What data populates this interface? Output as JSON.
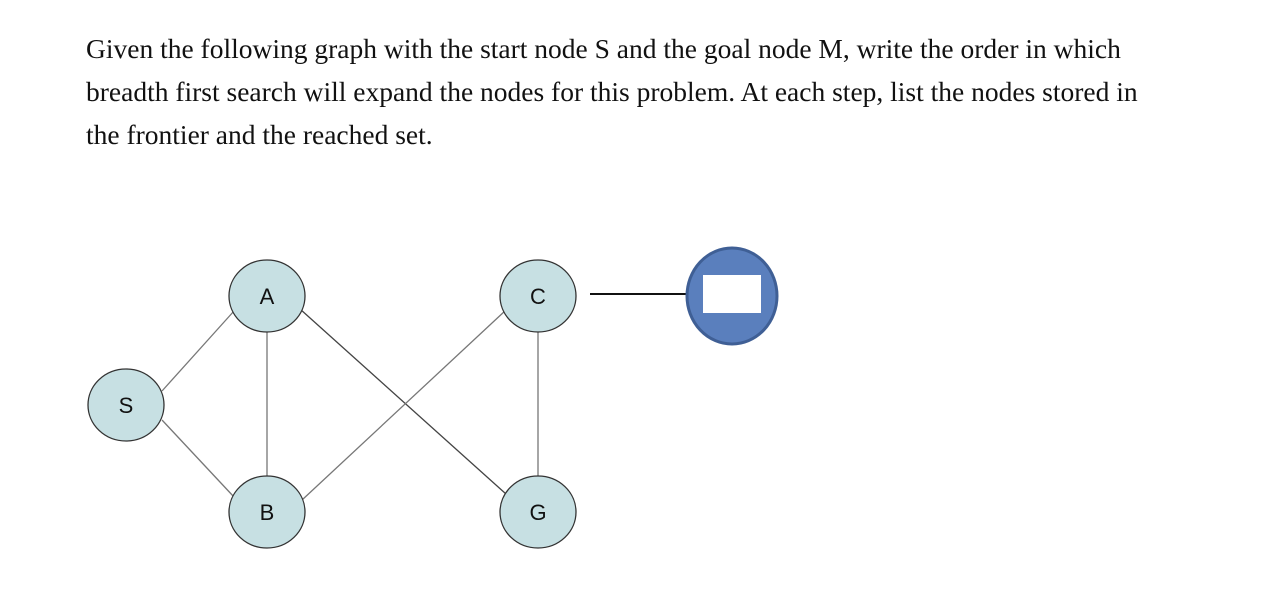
{
  "question": {
    "lines": [
      "Given the following graph with the start node S and the goal node M, write the order in which",
      "breadth first search will expand the nodes for this problem. At each step, list the nodes stored in",
      "the frontier and the reached set."
    ]
  },
  "graph": {
    "nodes": [
      {
        "id": "S",
        "label": "S"
      },
      {
        "id": "A",
        "label": "A"
      },
      {
        "id": "B",
        "label": "B"
      },
      {
        "id": "C",
        "label": "C"
      },
      {
        "id": "G",
        "label": "G"
      },
      {
        "id": "M",
        "label": ""
      }
    ],
    "edges": [
      [
        "S",
        "A"
      ],
      [
        "S",
        "B"
      ],
      [
        "A",
        "B"
      ],
      [
        "A",
        "G"
      ],
      [
        "B",
        "C"
      ],
      [
        "C",
        "G"
      ],
      [
        "C",
        "M"
      ]
    ],
    "colors": {
      "node_fill": "#c7e0e3",
      "node_stroke": "#333333",
      "edge": "#777777",
      "edge_dark": "#111111",
      "goal_fill": "#5a7fbd",
      "goal_stroke": "#3f5f95",
      "goal_inner": "#ffffff"
    }
  }
}
